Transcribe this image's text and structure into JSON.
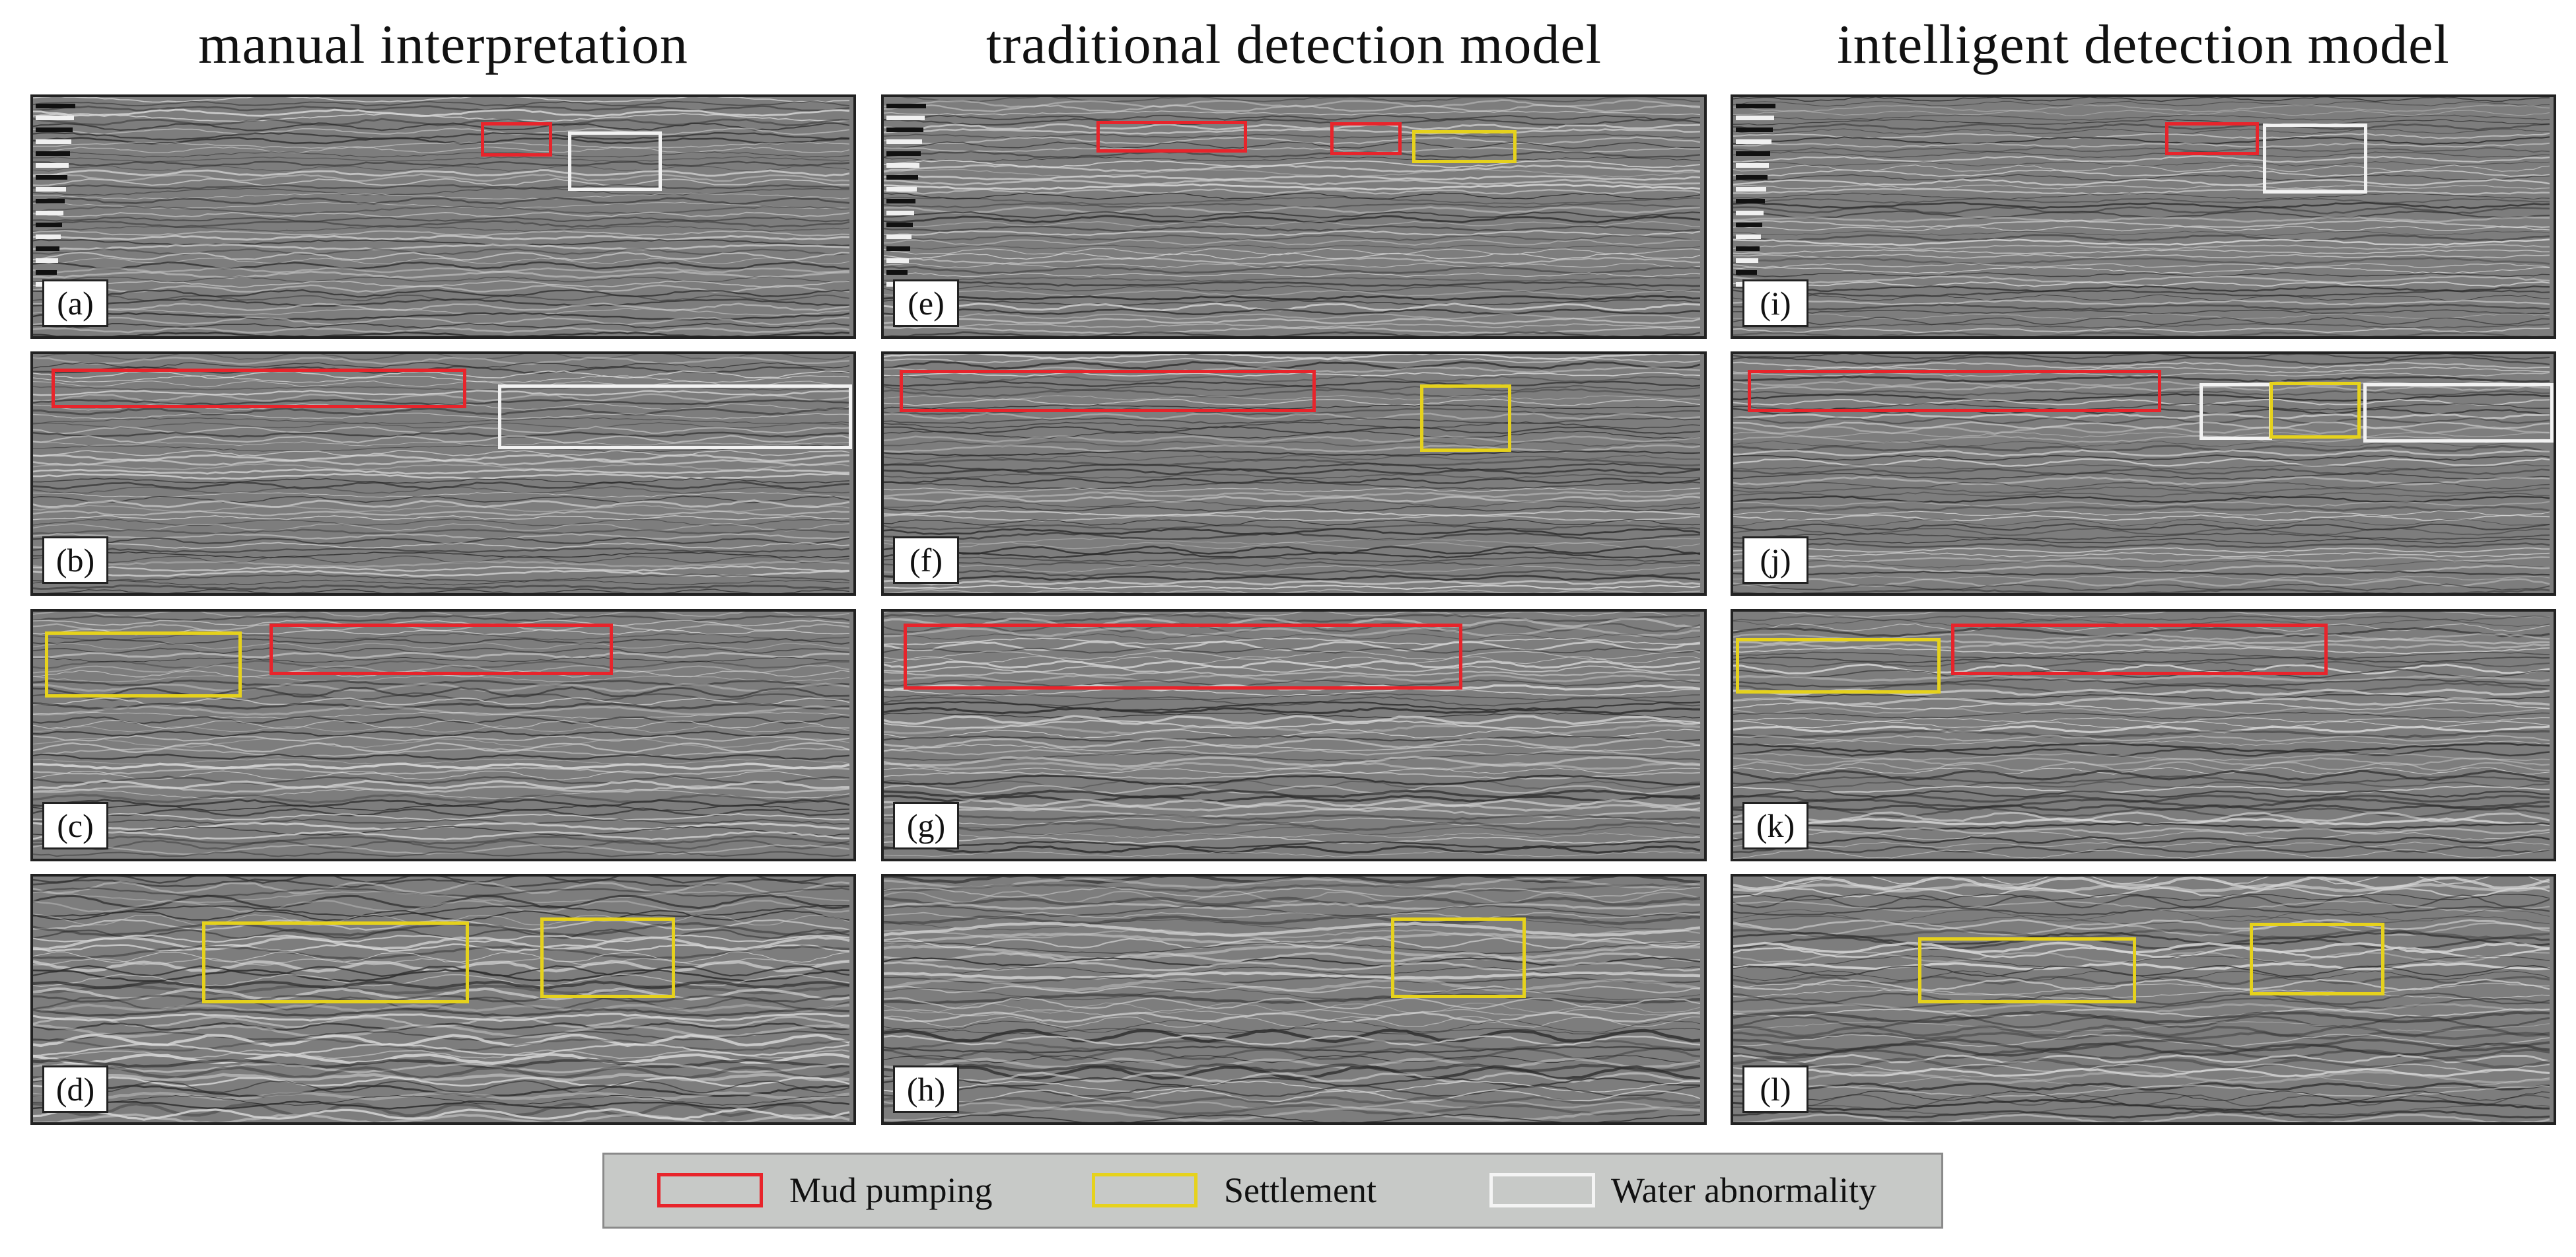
{
  "colors": {
    "mud_pumping": "#e8242b",
    "settlement": "#e6d21c",
    "water_abnormality": "#f2f2f2"
  },
  "columns": [
    {
      "title": "manual interpretation"
    },
    {
      "title": "traditional detection model"
    },
    {
      "title": "intelligent detection model"
    }
  ],
  "panels": [
    {
      "label": "(a)"
    },
    {
      "label": "(b)"
    },
    {
      "label": "(c)"
    },
    {
      "label": "(d)"
    },
    {
      "label": "(e)"
    },
    {
      "label": "(f)"
    },
    {
      "label": "(g)"
    },
    {
      "label": "(h)"
    },
    {
      "label": "(i)"
    },
    {
      "label": "(j)"
    },
    {
      "label": "(k)"
    },
    {
      "label": "(l)"
    }
  ],
  "legend": {
    "mud_pumping": "Mud pumping",
    "settlement": "Settlement",
    "water_abnormality": "Water abnormality"
  }
}
